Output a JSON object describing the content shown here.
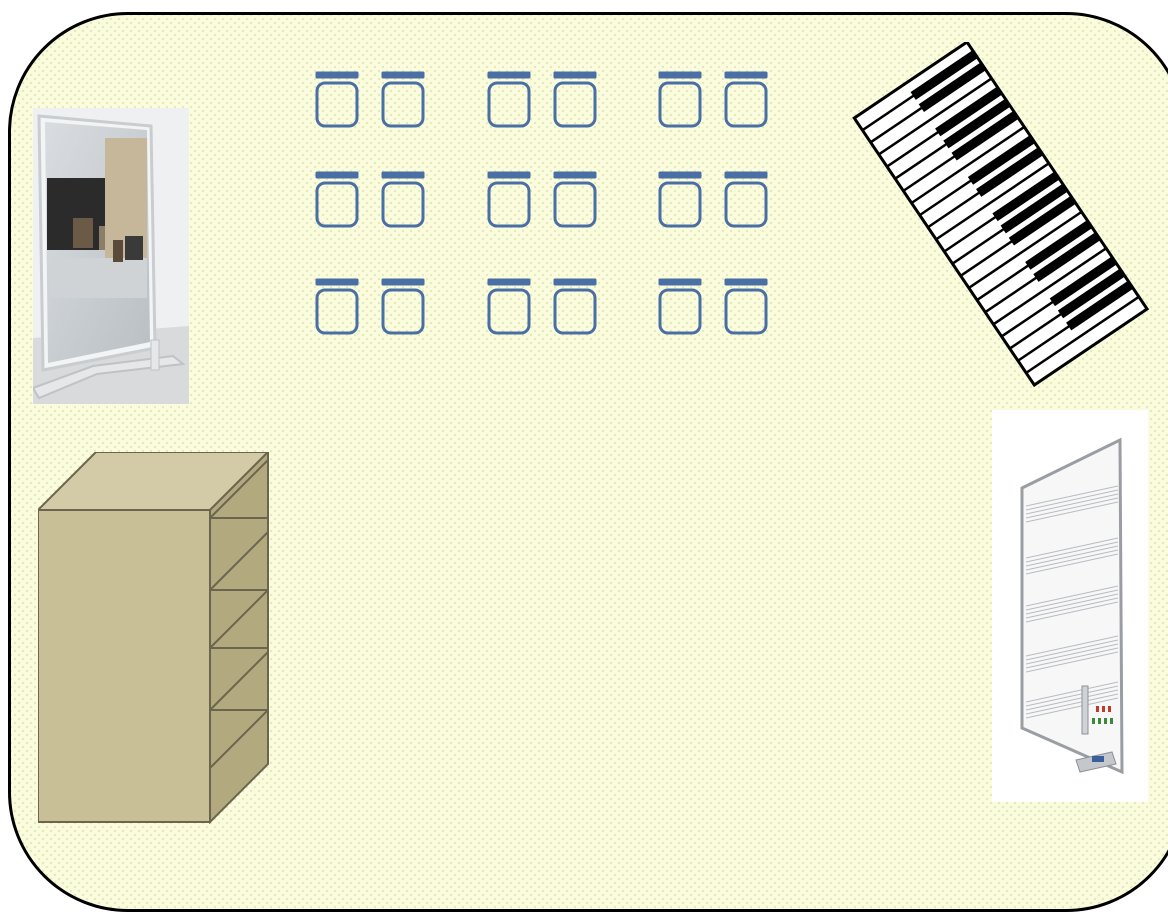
{
  "room": {
    "border_color": "#000000",
    "floor_color": "#fbfbde"
  },
  "chairs": {
    "rows": 3,
    "groups_per_row": 3,
    "chairs_per_group": 2,
    "stroke_color": "#4a6fa5"
  },
  "objects": [
    {
      "id": "mirror",
      "icon": "mirror-icon"
    },
    {
      "id": "piano-keyboard",
      "icon": "piano-keyboard-icon"
    },
    {
      "id": "cabinet",
      "icon": "cabinet-icon",
      "color": "#c8bf96"
    },
    {
      "id": "music-whiteboard",
      "icon": "music-staff-whiteboard-icon"
    }
  ]
}
